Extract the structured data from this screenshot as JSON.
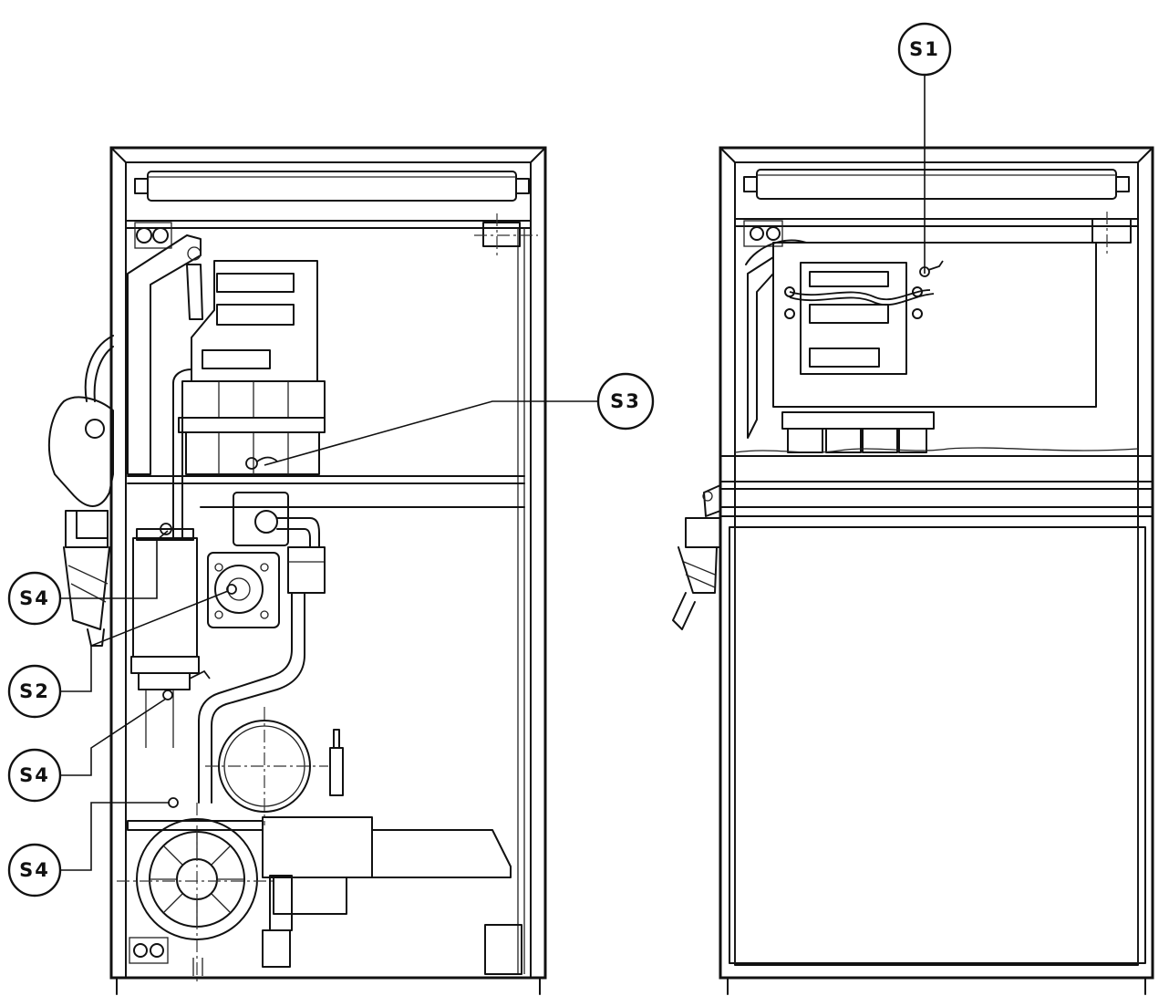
{
  "callouts": {
    "s1": "S1",
    "s2": "S2",
    "s3": "S3",
    "s4_upper": "S4",
    "s4_middle": "S4",
    "s4_lower": "S4"
  }
}
